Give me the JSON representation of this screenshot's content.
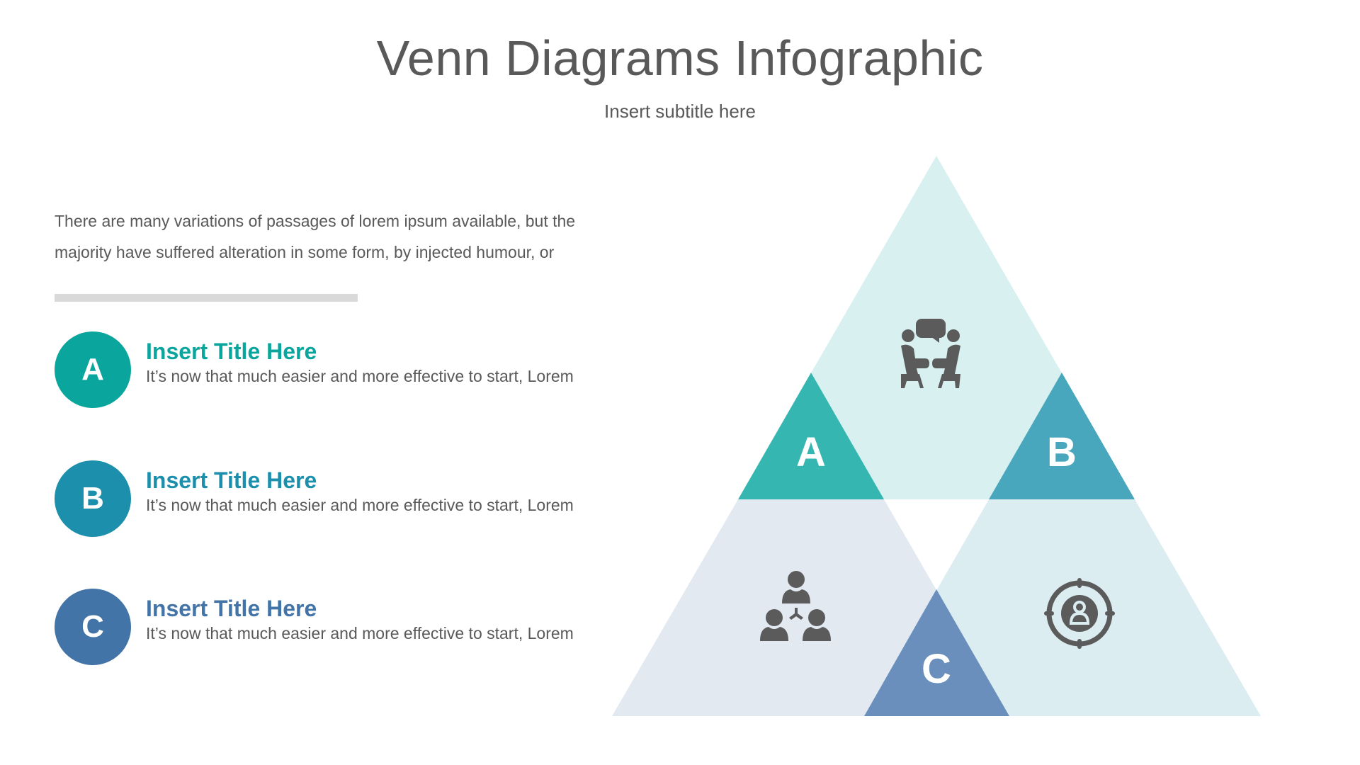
{
  "header": {
    "title": "Venn Diagrams Infographic",
    "subtitle": "Insert subtitle here"
  },
  "intro": {
    "text": "There are many variations of passages of lorem ipsum available, but the majority have suffered alteration in some form, by injected humour, or"
  },
  "items": [
    {
      "letter": "A",
      "title": "Insert Title Here",
      "description": "It’s now that much easier and more effective to start, Lorem",
      "color": "#0aa59c"
    },
    {
      "letter": "B",
      "title": "Insert Title Here",
      "description": "It’s now that much easier and more effective to start, Lorem",
      "color": "#1b8fab"
    },
    {
      "letter": "C",
      "title": "Insert Title Here",
      "description": "It’s now that much easier and more effective to start, Lorem",
      "color": "#4374a8"
    }
  ],
  "diagram": {
    "labels": {
      "a": "A",
      "b": "B",
      "c": "C"
    },
    "icons": {
      "top": "meeting-conversation-icon",
      "bottom_left": "team-hierarchy-icon",
      "bottom_right": "target-user-icon"
    },
    "colors": {
      "top_region": "#d8f0f0",
      "bottom_left_region": "#e2e9f1",
      "bottom_right_region": "#dcedf1",
      "a_triangle": "#35b6b0",
      "b_triangle": "#48a6bd",
      "c_triangle": "#6a8fbc",
      "icon": "#5b5b5b"
    }
  }
}
